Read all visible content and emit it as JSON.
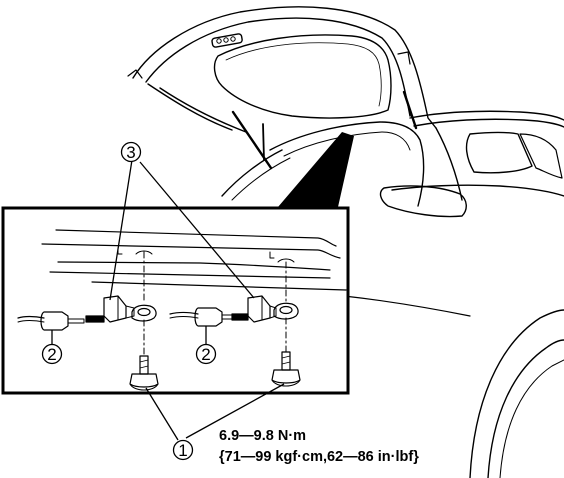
{
  "callouts": {
    "c1": "1",
    "c2a": "2",
    "c2b": "2",
    "c3": "3"
  },
  "torque": {
    "line1": "6.9—9.8 N·m",
    "line2": "{71—99 kgf·cm,62—86 in·lbf}"
  }
}
